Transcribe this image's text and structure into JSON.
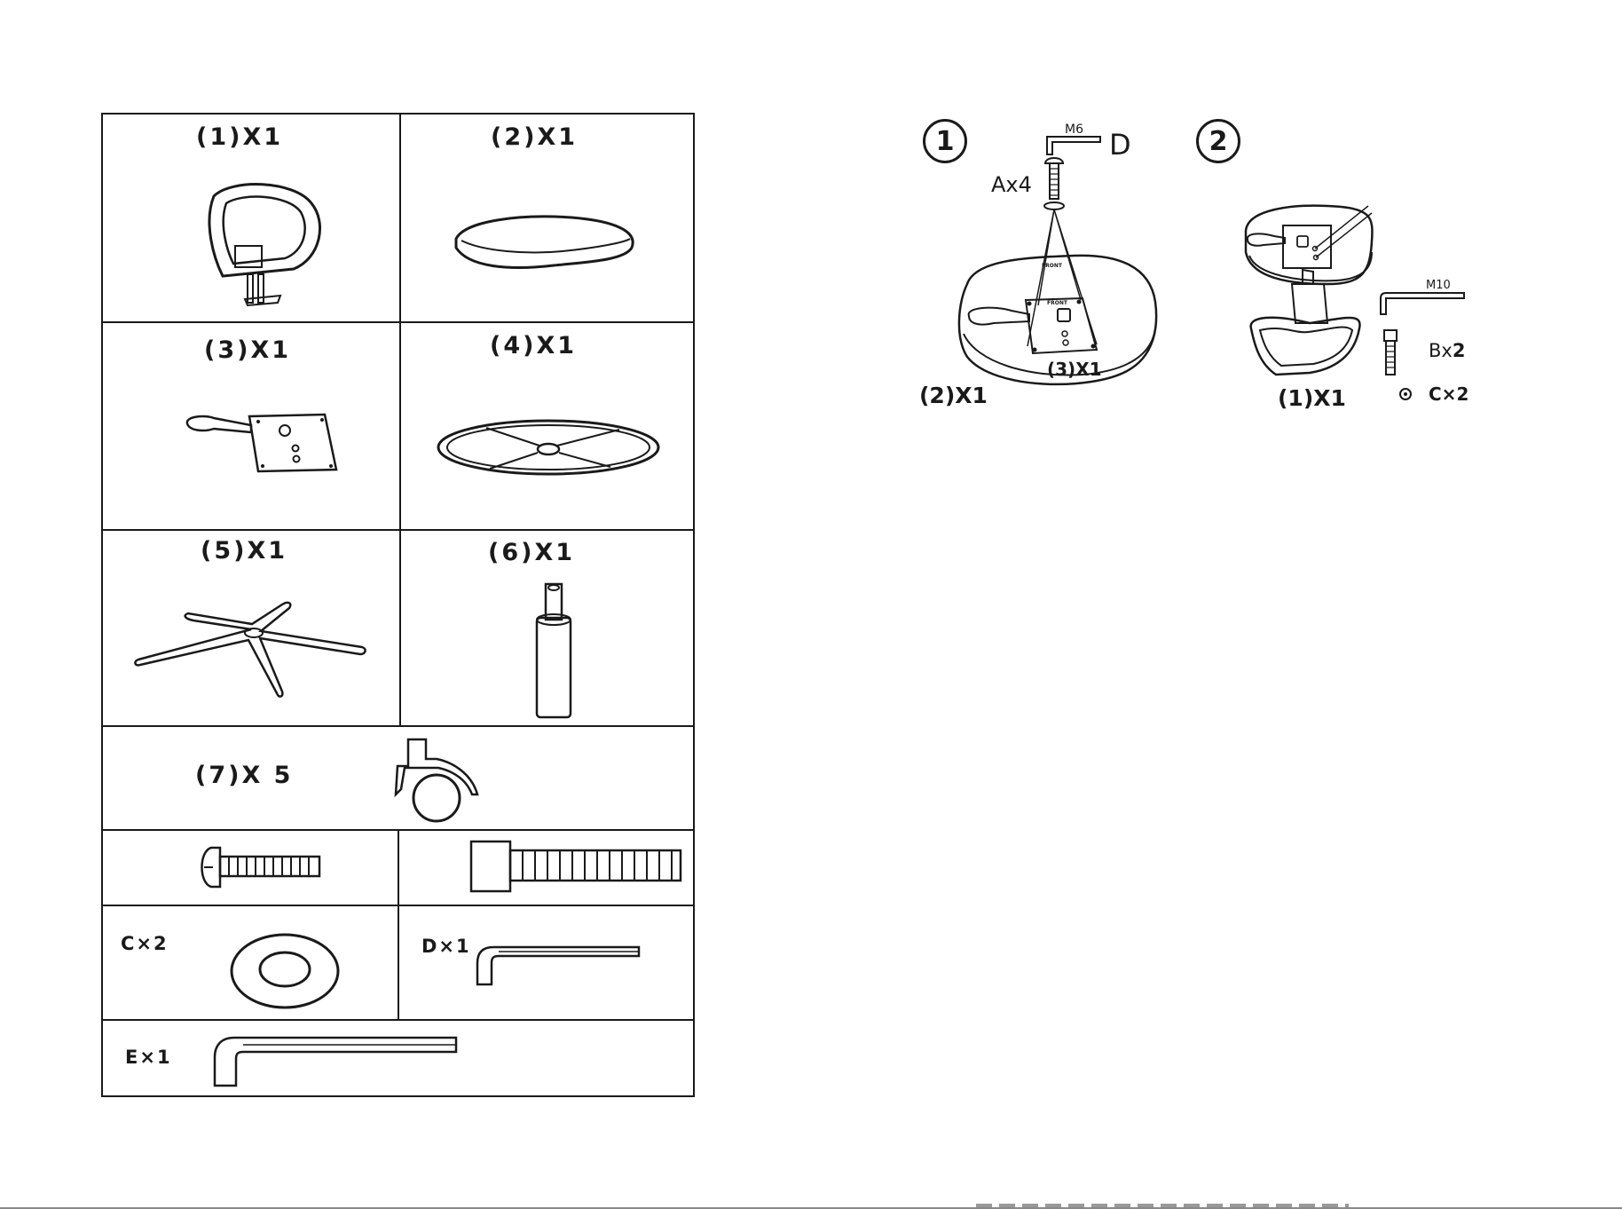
{
  "parts_list": {
    "p1": "(1)X1",
    "p2": "(2)X1",
    "p3": "(3)X1",
    "p4": "(4)X1",
    "p5": "(5)X1",
    "p6": "(6)X1",
    "p7": "(7)X 5",
    "c": "C×2",
    "d": "D×1",
    "e": "E×1"
  },
  "step1": {
    "number": "1",
    "tool_size": "M6",
    "tool_letter": "D",
    "bolt_label": "Ax4",
    "plate_label": "(3)X1",
    "seat_label": "(2)X1",
    "plate_text": "FRONT",
    "seat_text": "FRONT"
  },
  "step2": {
    "number": "2",
    "tool_size": "M10",
    "bolt_label_prefix": "Bx",
    "bolt_label_count": "2",
    "washer_label_prefix": "C×",
    "washer_label_count": "2",
    "back_label": "(1)X1"
  },
  "colors": {
    "ink": "#1a1a1a",
    "paper": "#ffffff"
  }
}
